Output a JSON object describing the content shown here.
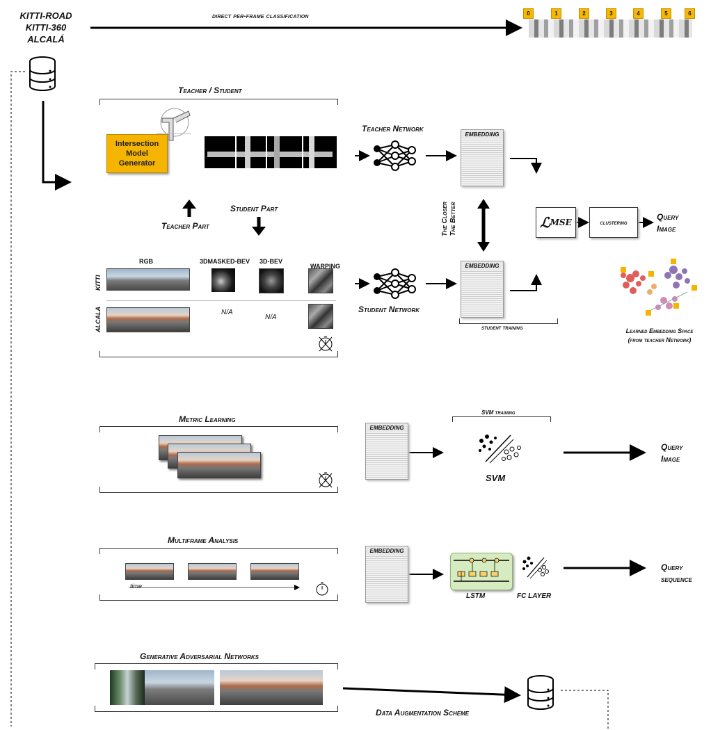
{
  "datasets": [
    "KITTI-ROAD",
    "KITTI-360",
    "ALCALÁ"
  ],
  "direct_label": "direct per-frame classification",
  "classes": [
    "0",
    "1",
    "2",
    "3",
    "4",
    "5",
    "6"
  ],
  "teacher_student": {
    "title": "Teacher / Student",
    "generator": "Intersection Model Generator",
    "teacher_part": "Teacher Part",
    "student_part": "Student Part",
    "teacher_network": "Teacher Network",
    "student_network": "Student Network",
    "embedding": "EMBEDDING",
    "closer": "The Closer",
    "better": "The Better",
    "student_training": "student training",
    "loss": "ℒ",
    "loss_sub": "MSE",
    "clustering": "clustering",
    "query_image": "Query Image",
    "learned_space": "Learned Embedding Space",
    "learned_space_sub": "(from teacher Network)",
    "columns": [
      "RGB",
      "3DMASKED-BEV",
      "3D-BEV",
      "WARPING"
    ],
    "rows": [
      "KITTI",
      "ALCALA"
    ],
    "na": "N/A"
  },
  "metric": {
    "title": "Metric Learning",
    "embedding": "EMBEDDING",
    "svm_training": "SVM training",
    "svm": "SVM",
    "query_image": "Query Image"
  },
  "multiframe": {
    "title": "Multiframe Analysis",
    "time": "time",
    "embedding": "EMBEDDING",
    "lstm": "LSTM",
    "fc": "FC LAYER",
    "query_sequence": "Query sequence"
  },
  "gan": {
    "title": "Generative Adversarial Networks",
    "scheme": "Data Augmentation Scheme"
  },
  "colors": {
    "generator": "#f5b400",
    "lstm": "#d6ecc0"
  }
}
